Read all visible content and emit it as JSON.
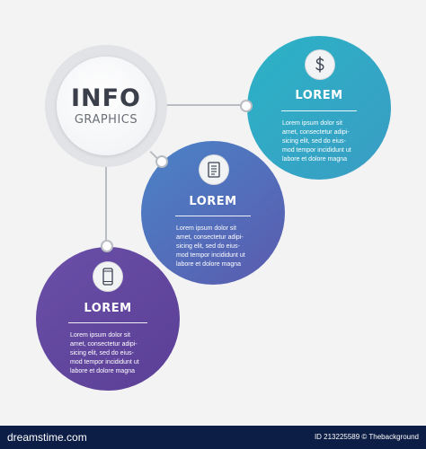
{
  "hub": {
    "title": "INFO",
    "subtitle": "GRAPHICS"
  },
  "steps": [
    {
      "icon": "dollar-icon",
      "title": "LOREM",
      "body_lines": [
        "Lorem ipsum dolor sit",
        "amet, consectetur adipi-",
        "sicing elit, sed do eius-",
        "mod tempor incididunt ut",
        "labore et dolore magna"
      ]
    },
    {
      "icon": "document-icon",
      "title": "LOREM",
      "body_lines": [
        "Lorem ipsum dolor sit",
        "amet, consectetur adipi-",
        "sicing elit, sed do eius-",
        "mod tempor incididunt ut",
        "labore et dolore magna"
      ]
    },
    {
      "icon": "smartphone-icon",
      "title": "LOREM",
      "body_lines": [
        "Lorem ipsum dolor sit",
        "amet, consectetur adipi-",
        "sicing elit, sed do eius-",
        "mod tempor incididunt ut",
        "labore et dolore magna"
      ]
    }
  ],
  "footer": {
    "logo": "dreamstime.com",
    "credit": "ID 213225589 © Thebackground"
  },
  "colors": {
    "step1": "#2bb3c6",
    "step2": "#4f74c0",
    "step3": "#634aa0",
    "footer_bg": "#0d1e46",
    "connector": "#b9bcc2"
  }
}
